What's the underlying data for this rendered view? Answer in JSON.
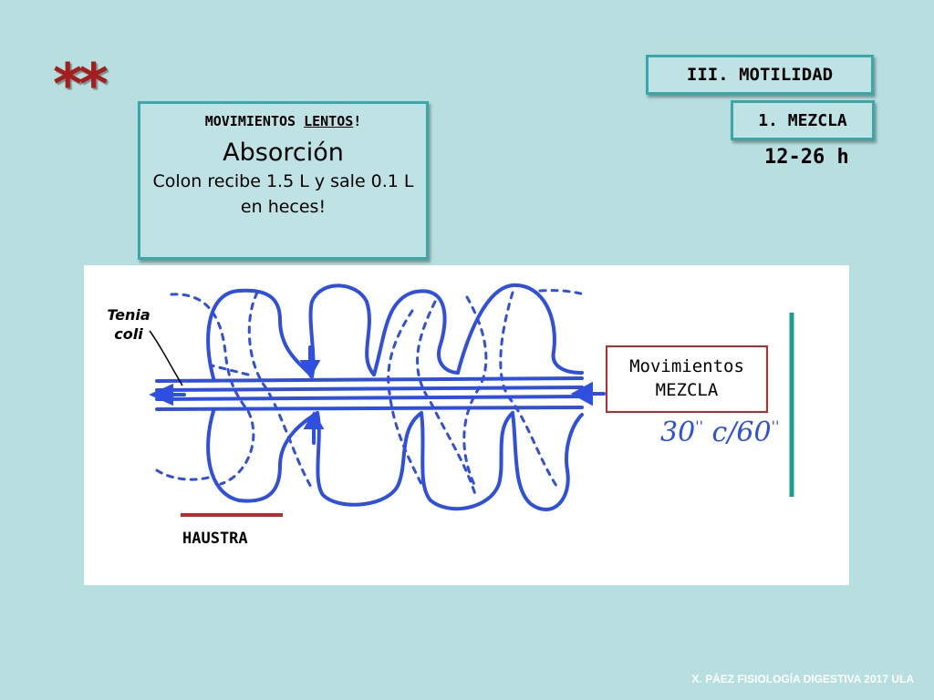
{
  "decor": {
    "stars": "**"
  },
  "header": {
    "section_title": "III. MOTILIDAD",
    "subsection": "1. MEZCLA",
    "duration": "12-26 h"
  },
  "info_box": {
    "line1_prefix": "MOVIMIENTOS ",
    "line1_underlined": "LENTOS",
    "line1_suffix": "!",
    "heading": "Absorción",
    "body": "Colon recibe 1.5 L y sale 0.1 L en heces!"
  },
  "diagram": {
    "tenia_line1": "Tenia",
    "tenia_line2": "coli",
    "haustra": "HAUSTRA",
    "mov_line1": "Movimientos",
    "mov_line2": "MEZCLA",
    "handwritten_a": "30",
    "handwritten_a_sup": "''",
    "handwritten_b": " c/60",
    "handwritten_b_sup": "''",
    "colors": {
      "ink": "#2f4fe0",
      "red": "#c0282e",
      "teal": "#19a08c"
    }
  },
  "footer": {
    "credit": "X. PÁEZ   FISIOLOGÍA DIGESTIVA 2017  ULA"
  }
}
